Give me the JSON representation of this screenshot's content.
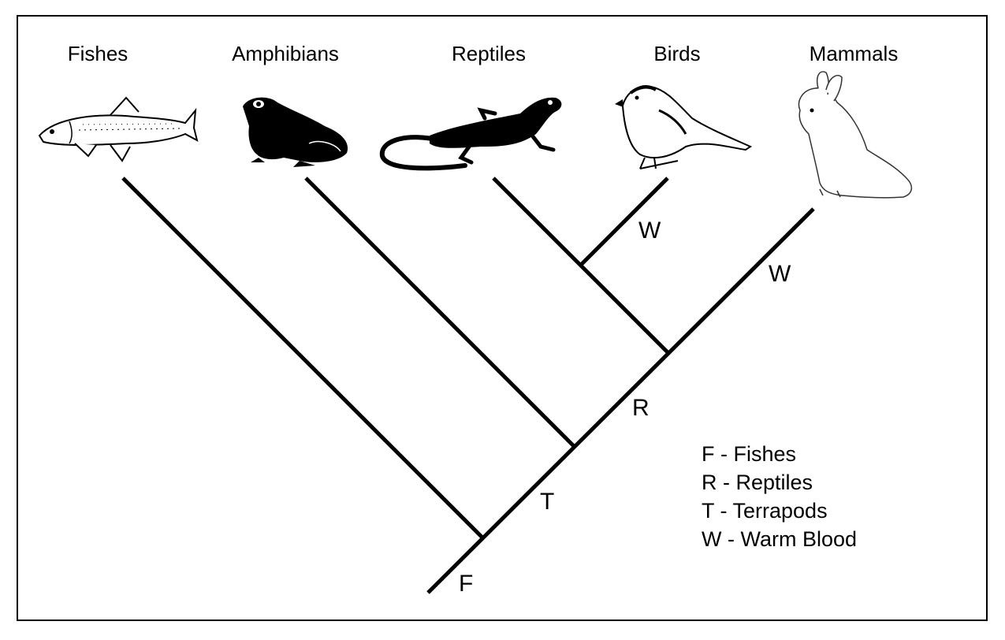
{
  "taxa": [
    {
      "id": "fishes",
      "label": "Fishes",
      "icon": "fish-icon"
    },
    {
      "id": "amphibians",
      "label": "Amphibians",
      "icon": "frog-icon"
    },
    {
      "id": "reptiles",
      "label": "Reptiles",
      "icon": "lizard-icon"
    },
    {
      "id": "birds",
      "label": "Birds",
      "icon": "bird-icon"
    },
    {
      "id": "mammals",
      "label": "Mammals",
      "icon": "rabbit-icon"
    }
  ],
  "node_labels": {
    "f": "F",
    "t": "T",
    "r": "R",
    "w_birds": "W",
    "w_mammals": "W"
  },
  "legend": [
    {
      "text": "F - Fishes"
    },
    {
      "text": "R - Reptiles"
    },
    {
      "text": "T - Terrapods"
    },
    {
      "text": "W - Warm Blood"
    }
  ]
}
